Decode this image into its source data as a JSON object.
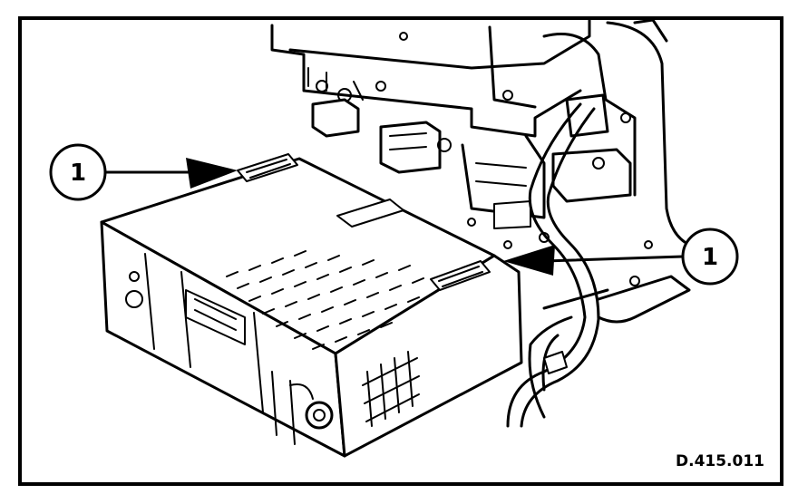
{
  "figure": {
    "reference": "D.415.011",
    "callouts": [
      {
        "label": "1"
      },
      {
        "label": "1"
      }
    ]
  }
}
